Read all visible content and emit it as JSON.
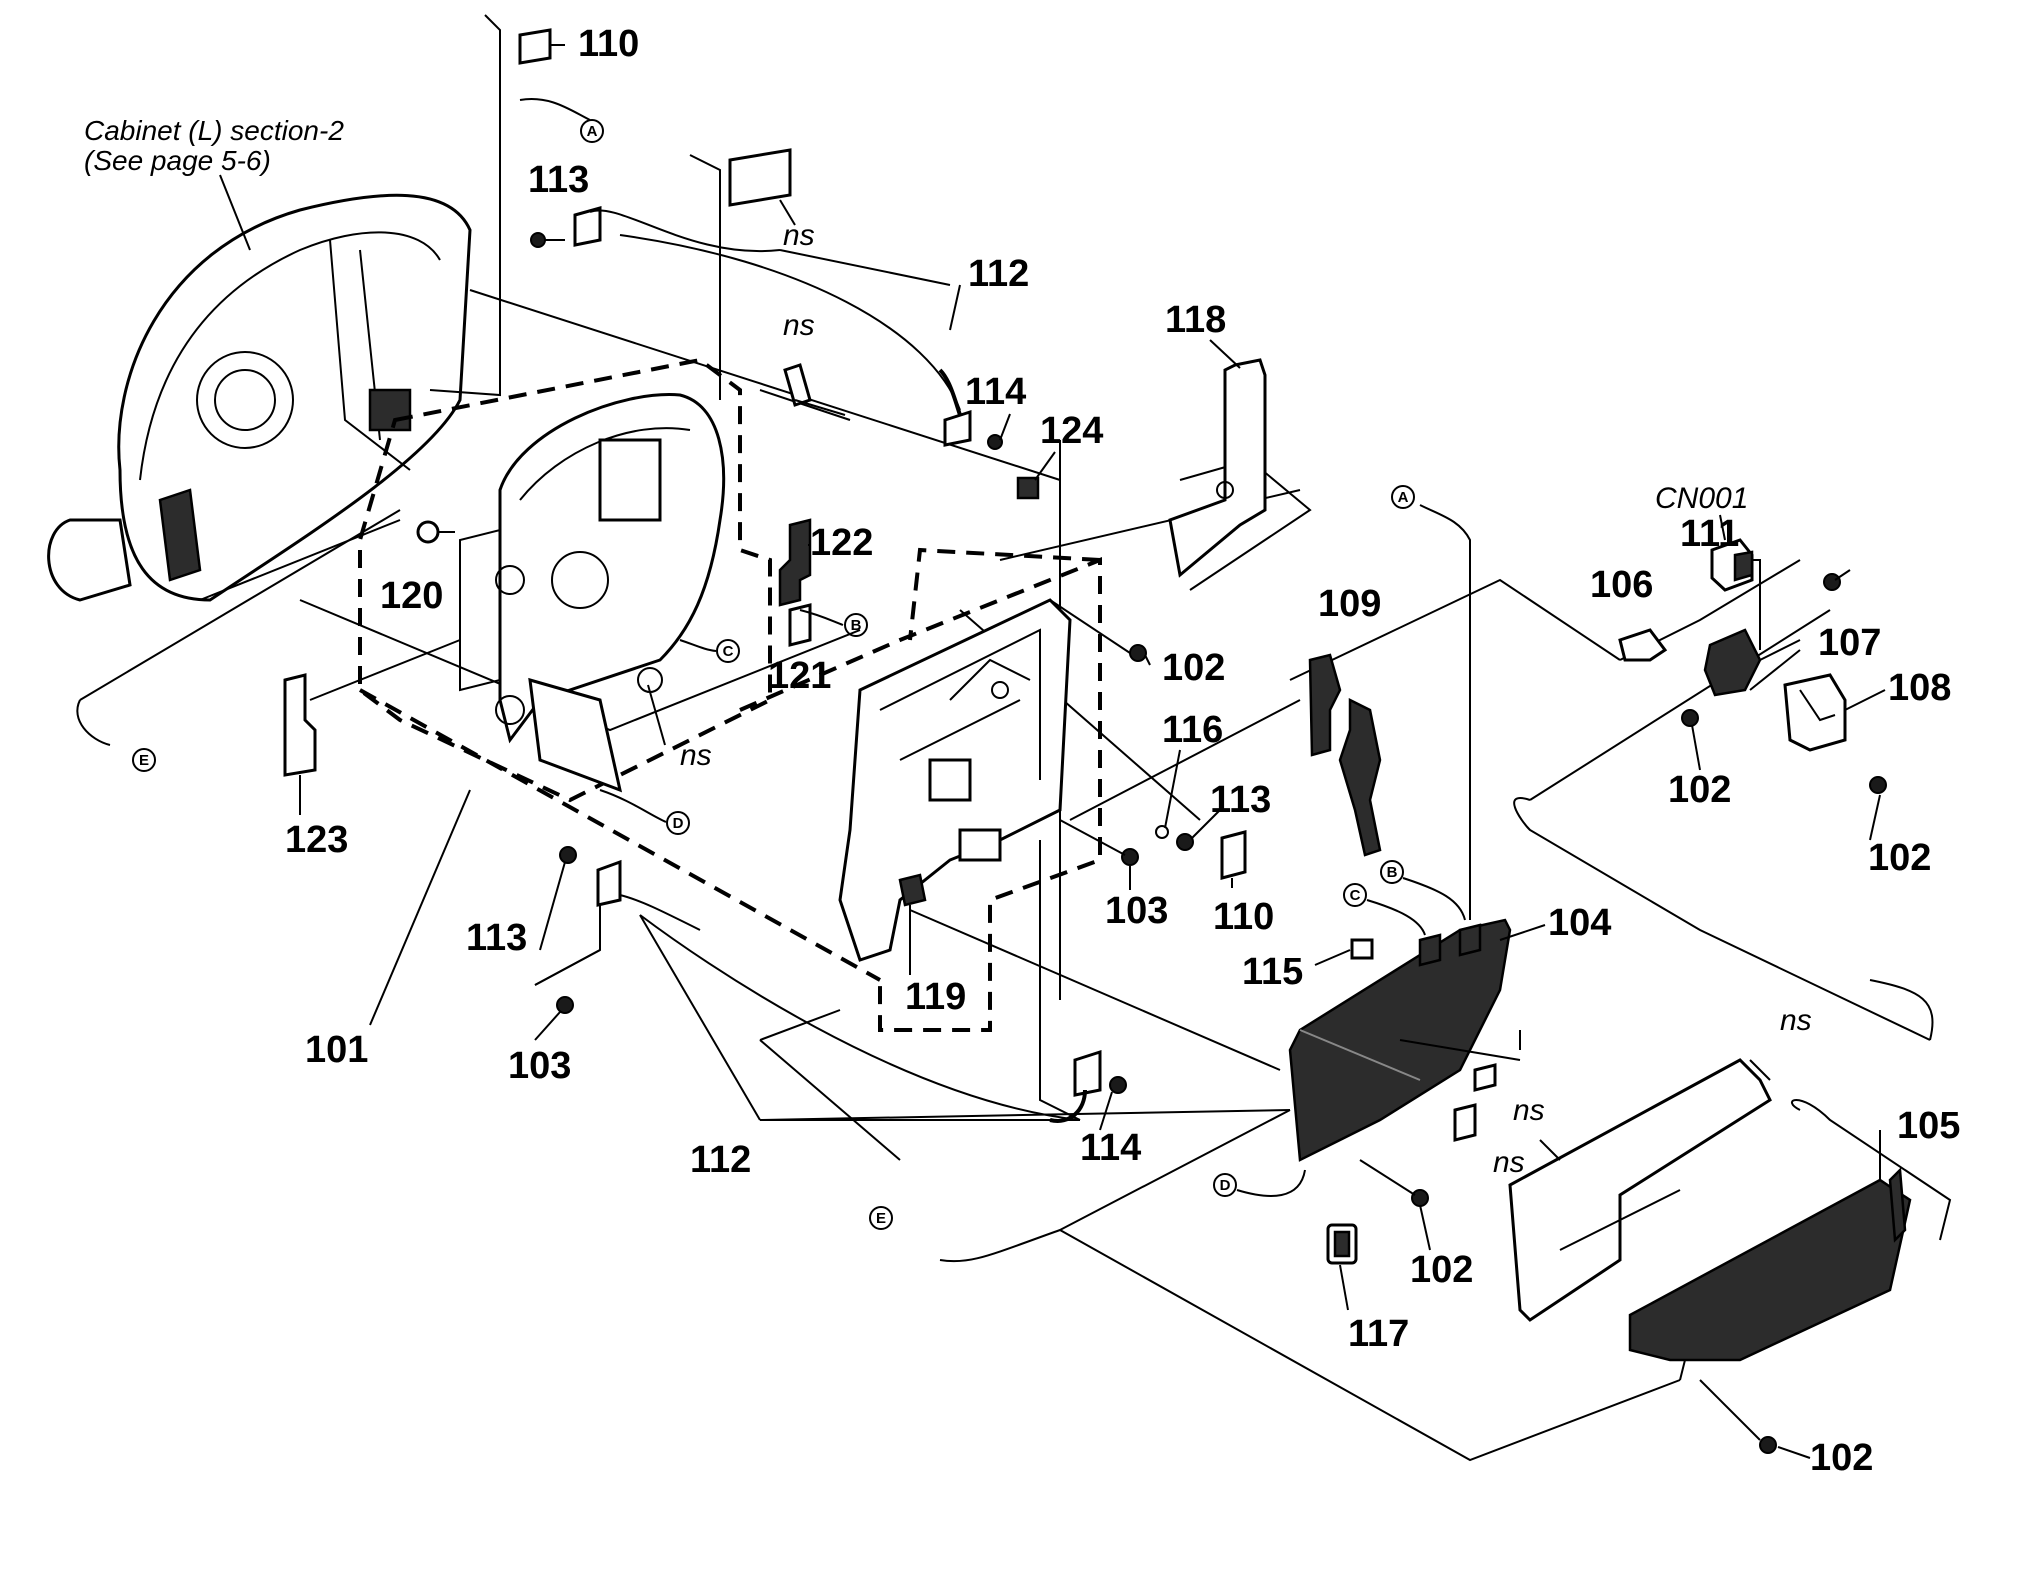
{
  "caption": {
    "line1": "Cabinet (L) section-2",
    "line2": "(See page 5-6)"
  },
  "reference_markers": [
    "A",
    "B",
    "C",
    "D",
    "E"
  ],
  "part_labels": {
    "p101": "101",
    "p102a": "102",
    "p102b": "102",
    "p102c": "102",
    "p102d": "102",
    "p102e": "102",
    "p103a": "103",
    "p103b": "103",
    "p104": "104",
    "p105": "105",
    "p106": "106",
    "p107": "107",
    "p108": "108",
    "p109": "109",
    "p110a": "110",
    "p110b": "110",
    "p111": "111",
    "p112a": "112",
    "p112b": "112",
    "p113a": "113",
    "p113b": "113",
    "p113c": "113",
    "p114a": "114",
    "p114b": "114",
    "p115": "115",
    "p116": "116",
    "p117": "117",
    "p118": "118",
    "p119": "119",
    "p120": "120",
    "p121": "121",
    "p122": "122",
    "p123": "123",
    "p124": "124"
  },
  "ns_labels": {
    "ns1": "ns",
    "ns2": "ns",
    "ns3": "ns",
    "ns4": "ns",
    "ns5": "ns",
    "ns6": "ns"
  },
  "connector_label": "CN001"
}
